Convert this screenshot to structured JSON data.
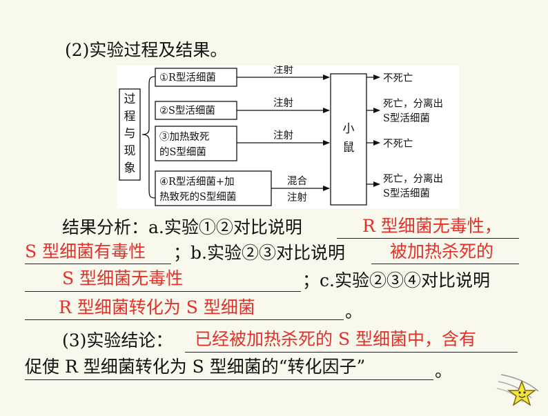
{
  "heading_process": "(2)实验过程及结果。",
  "diagram": {
    "side_label_chars": [
      "过",
      "程",
      "与",
      "现",
      "象"
    ],
    "experiments": [
      {
        "line1": "①R型活细菌",
        "line2": "",
        "action1": "注射",
        "action2": "",
        "result1": "不死亡",
        "result2": ""
      },
      {
        "line1": "②S型活细菌",
        "line2": "",
        "action1": "注射",
        "action2": "",
        "result1": "死亡，分离出",
        "result2": "S型活细菌"
      },
      {
        "line1": "③加热致死",
        "line2": "的S型细菌",
        "action1": "注射",
        "action2": "",
        "result1": "不死亡",
        "result2": ""
      },
      {
        "line1": "④R型活细菌+加",
        "line2": "热致死的S型细菌",
        "action1": "混合",
        "action2": "注射",
        "result1": "死亡，分离出",
        "result2": "S型活细菌"
      }
    ],
    "mouse_chars": [
      "小",
      "鼠"
    ]
  },
  "analysis": {
    "intro": "结果分析：a.实验①②对比说明",
    "answer_a_part1": "R 型细菌无毒性，",
    "answer_a_part2": "S 型细菌有毒性",
    "b_prefix": "；b.实验②③对比说明",
    "answer_b_part1": "被加热杀死的",
    "answer_b_part2": "S 型细菌无毒性",
    "c_prefix": "；c.实验②③④对比说明",
    "answer_c": "R 型细菌转化为 S 型细菌",
    "end_mark": "。"
  },
  "conclusion": {
    "label": "(3)实验结论：",
    "answer_part1": "已经被加热杀死的 S 型细菌中，含有",
    "answer_part2": "促使 R 型细菌转化为 S 型细菌的“转化因子”",
    "end_mark": "。"
  },
  "colors": {
    "answer": "#e0322b",
    "background": "#f8f8ec",
    "star": "#f5e23a"
  }
}
